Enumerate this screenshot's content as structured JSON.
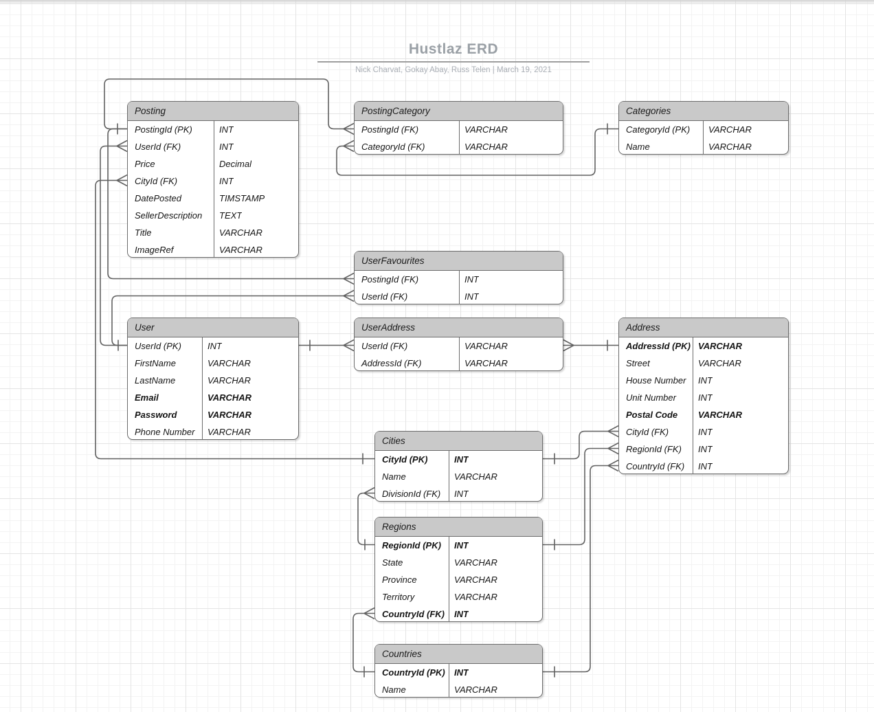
{
  "title": {
    "heading": "Hustlaz ERD",
    "subtitle": "Nick Charvat, Gokay Abay, Russ Telen  |  March 19, 2021"
  },
  "tables": [
    {
      "id": "posting",
      "name": "Posting",
      "rows": [
        {
          "field": "PostingId (PK)",
          "type": "INT",
          "bold": false
        },
        {
          "field": "UserId (FK)",
          "type": "INT",
          "bold": false
        },
        {
          "field": "Price",
          "type": "Decimal",
          "bold": false
        },
        {
          "field": "CityId (FK)",
          "type": "INT",
          "bold": false
        },
        {
          "field": "DatePosted",
          "type": "TIMSTAMP",
          "bold": false
        },
        {
          "field": "SellerDescription",
          "type": "TEXT",
          "bold": false
        },
        {
          "field": "Title",
          "type": "VARCHAR",
          "bold": false
        },
        {
          "field": "ImageRef",
          "type": "VARCHAR",
          "bold": false
        }
      ]
    },
    {
      "id": "postingcategory",
      "name": "PostingCategory",
      "rows": [
        {
          "field": "PostingId (FK)",
          "type": "VARCHAR",
          "bold": false
        },
        {
          "field": "CategoryId (FK)",
          "type": "VARCHAR",
          "bold": false
        }
      ]
    },
    {
      "id": "categories",
      "name": "Categories",
      "rows": [
        {
          "field": "CategoryId (PK)",
          "type": "VARCHAR",
          "bold": false
        },
        {
          "field": "Name",
          "type": "VARCHAR",
          "bold": false
        }
      ]
    },
    {
      "id": "userfavourites",
      "name": "UserFavourites",
      "rows": [
        {
          "field": "PostingId (FK)",
          "type": "INT",
          "bold": false
        },
        {
          "field": "UserId (FK)",
          "type": "INT",
          "bold": false
        }
      ]
    },
    {
      "id": "user",
      "name": "User",
      "rows": [
        {
          "field": "UserId (PK)",
          "type": "INT",
          "bold": false
        },
        {
          "field": "FirstName",
          "type": "VARCHAR",
          "bold": false
        },
        {
          "field": "LastName",
          "type": "VARCHAR",
          "bold": false
        },
        {
          "field": "Email",
          "type": "VARCHAR",
          "bold": true
        },
        {
          "field": "Password",
          "type": "VARCHAR",
          "bold": true
        },
        {
          "field": "Phone Number",
          "type": "VARCHAR",
          "bold": false
        }
      ]
    },
    {
      "id": "useraddress",
      "name": "UserAddress",
      "rows": [
        {
          "field": "UserId (FK)",
          "type": "VARCHAR",
          "bold": false
        },
        {
          "field": "AddressId (FK)",
          "type": "VARCHAR",
          "bold": false
        }
      ]
    },
    {
      "id": "address",
      "name": "Address",
      "rows": [
        {
          "field": "AddressId (PK)",
          "type": "VARCHAR",
          "bold": true
        },
        {
          "field": "Street",
          "type": "VARCHAR",
          "bold": false
        },
        {
          "field": "House Number",
          "type": "INT",
          "bold": false
        },
        {
          "field": "Unit Number",
          "type": "INT",
          "bold": false
        },
        {
          "field": "Postal Code",
          "type": "VARCHAR",
          "bold": true
        },
        {
          "field": "CityId (FK)",
          "type": "INT",
          "bold": false
        },
        {
          "field": "RegionId (FK)",
          "type": "INT",
          "bold": false
        },
        {
          "field": "CountryId (FK)",
          "type": "INT",
          "bold": false
        }
      ]
    },
    {
      "id": "cities",
      "name": "Cities",
      "rows": [
        {
          "field": "CityId (PK)",
          "type": "INT",
          "bold": true
        },
        {
          "field": "Name",
          "type": "VARCHAR",
          "bold": false
        },
        {
          "field": "DivisionId (FK)",
          "type": "INT",
          "bold": false
        }
      ]
    },
    {
      "id": "regions",
      "name": "Regions",
      "rows": [
        {
          "field": "RegionId (PK)",
          "type": "INT",
          "bold": true
        },
        {
          "field": "State",
          "type": "VARCHAR",
          "bold": false
        },
        {
          "field": "Province",
          "type": "VARCHAR",
          "bold": false
        },
        {
          "field": "Territory",
          "type": "VARCHAR",
          "bold": false
        },
        {
          "field": "CountryId (FK)",
          "type": "INT",
          "bold": true
        }
      ]
    },
    {
      "id": "countries",
      "name": "Countries",
      "rows": [
        {
          "field": "CountryId (PK)",
          "type": "INT",
          "bold": true
        },
        {
          "field": "Name",
          "type": "VARCHAR",
          "bold": false
        }
      ]
    }
  ],
  "relationships": [
    {
      "one": "Posting.PostingId",
      "many": "PostingCategory.PostingId",
      "notation": "crow-foot"
    },
    {
      "one": "Posting.PostingId",
      "many": "UserFavourites.PostingId",
      "notation": "crow-foot"
    },
    {
      "one": "Categories.CategoryId",
      "many": "PostingCategory.CategoryId",
      "notation": "crow-foot"
    },
    {
      "one": "User.UserId",
      "many": "Posting.UserId",
      "notation": "crow-foot"
    },
    {
      "one": "User.UserId",
      "many": "UserFavourites.UserId",
      "notation": "crow-foot"
    },
    {
      "one": "Cities.CityId",
      "many": "Posting.CityId",
      "notation": "crow-foot"
    },
    {
      "one": "User.UserId",
      "many": "UserAddress.UserId",
      "notation": "crow-foot"
    },
    {
      "one": "Address.AddressId",
      "many": "UserAddress.AddressId",
      "notation": "crow-foot"
    },
    {
      "one": "Cities.CityId",
      "many": "Address.CityId",
      "notation": "crow-foot"
    },
    {
      "one": "Regions.RegionId",
      "many": "Address.RegionId",
      "notation": "crow-foot"
    },
    {
      "one": "Countries.CountryId",
      "many": "Address.CountryId",
      "notation": "crow-foot"
    },
    {
      "one": "Regions.RegionId",
      "many": "Cities.DivisionId",
      "notation": "crow-foot"
    },
    {
      "one": "Countries.CountryId",
      "many": "Regions.CountryId",
      "notation": "crow-foot"
    }
  ],
  "colors": {
    "canvas": "#ffffff",
    "grid_minor": "#f3f3f3",
    "grid_major": "#e4e4e4",
    "table_header_fill": "#c9c9c9",
    "table_border": "#6b6b6b",
    "connector": "#616161",
    "title_text": "#9aa0a6",
    "subtitle_text": "#a9aeb5",
    "row_text": "#141414"
  }
}
